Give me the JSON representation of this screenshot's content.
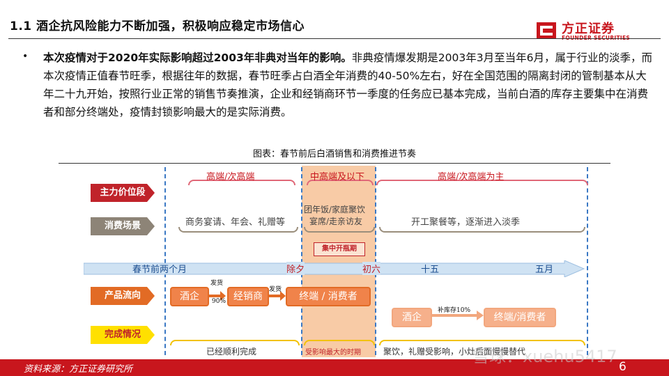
{
  "header": {
    "title": "1.1  酒企抗风险能力不断加强，积极响应稳定市场信心",
    "logo_cn": "方正证券",
    "logo_en": "FOUNDER SECURITIES"
  },
  "body": {
    "bullet": "•",
    "bold": "本次疫情对于2020年实际影响超过2003年非典对当年的影响。",
    "rest": "非典疫情爆发期是2003年3月至当年6月，属于行业的淡季，而本次疫情正值春节旺季，根据往年的数据，春节旺季占白酒全年消费的40-50%左右，好在全国范围的隔离封闭的管制基本从大年二十九开始，按照行业正常的销售节奏推演，企业和经销商环节一季度的任务应已基本完成，当前白酒的库存主要集中在消费者和部分终端处，疫情封锁影响最大的是实际消费。"
  },
  "figure": {
    "caption": "图表：春节前后白酒销售和消费推进节奏",
    "row_labels": {
      "price": "主力价位段",
      "scene": "消费场景",
      "flow": "产品流向",
      "status": "完成情况"
    },
    "price": {
      "left": "高端/次高端",
      "mid": "中高端及以下",
      "right": "高端/次高端为主"
    },
    "scene": {
      "left": "商务宴请、年会、礼赠等",
      "mid_line1": "团年饭/家庭聚饮",
      "mid_line2": "宴席/走亲访友",
      "right": "开工聚餐等，逐渐进入淡季"
    },
    "peak_tag": "集中开瓶期",
    "timeline": {
      "t1": "春节前两个月",
      "t2": "除夕",
      "t3": "初六",
      "t4": "十五",
      "t5": "五月"
    },
    "flow": {
      "box1": "酒企",
      "arrow1_top": "发货",
      "arrow1_bottom": "90%",
      "box2": "经销商",
      "arrow2_top": "发货",
      "box3": "终端 / 消费者",
      "box4": "酒企",
      "arrow3_top": "补库存10%",
      "box5": "终端/消费者"
    },
    "status": {
      "left": "已经顺利完成",
      "mid": "受影响最大的时期",
      "right": "聚饮，礼赠受影响，小灶后面慢慢替代"
    }
  },
  "footer": {
    "source": "资料来源：方正证券研究所",
    "page": "6",
    "watermark": "雪球：xuehu5417"
  },
  "colors": {
    "brand_red": "#c8161d",
    "highlight_band": "#f8cba6",
    "flow_orange": "#e26b25",
    "timeline_blue": "#cfe2f3"
  }
}
